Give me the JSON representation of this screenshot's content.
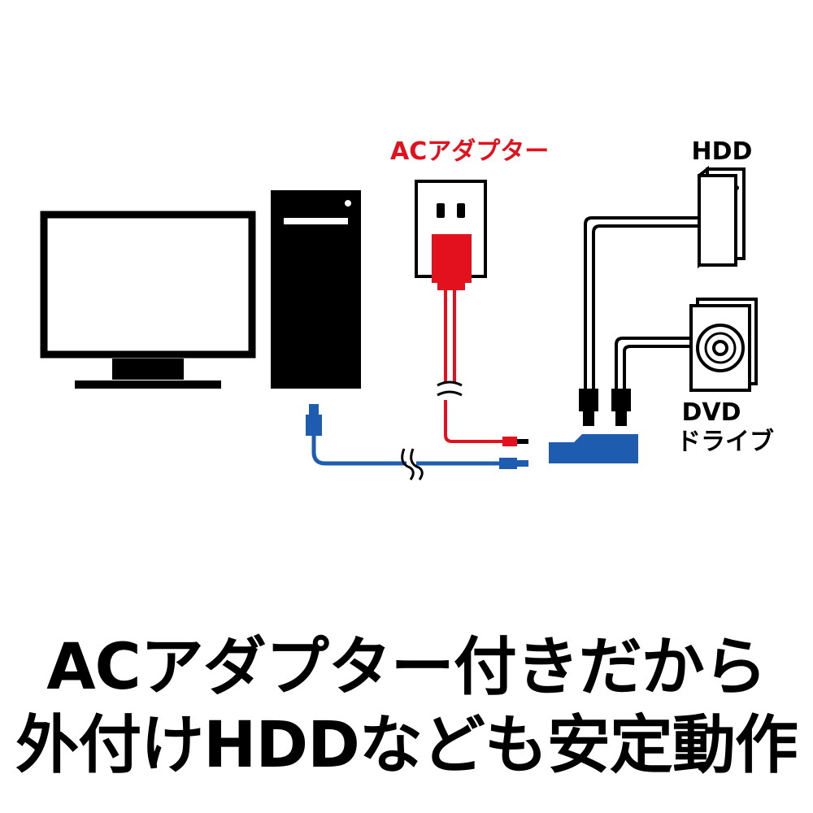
{
  "colors": {
    "ink": "#000000",
    "adapter_red": "#e3101e",
    "usb_blue": "#1e5cb0",
    "background": "#ffffff"
  },
  "labels": {
    "ac_adapter": "ACアダプター",
    "hdd": "HDD",
    "dvd": "DVD",
    "drive": "ドライブ"
  },
  "headline": {
    "line1": "ACアダプター付きだから",
    "line2": "外付けHDDなども安定動作"
  },
  "icons": {
    "monitor": "monitor-icon",
    "pc_tower": "pc-tower-icon",
    "ac_adapter": "ac-adapter-icon",
    "hdd": "hdd-icon",
    "dvd_drive": "dvd-drive-icon",
    "converter": "usb-sata-converter-icon"
  }
}
